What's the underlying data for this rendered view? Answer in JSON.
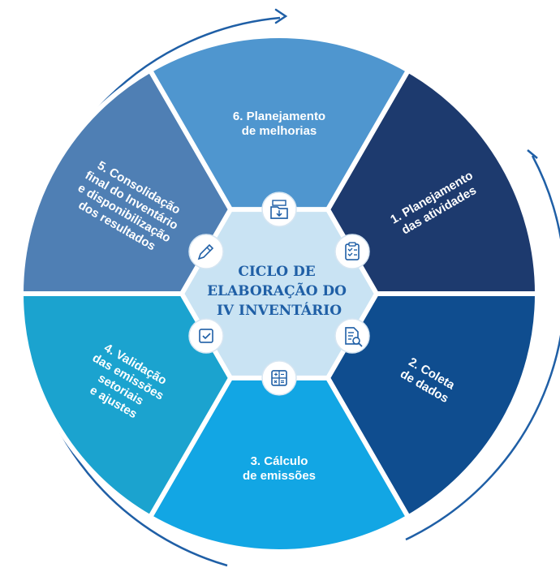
{
  "center": {
    "lines": [
      "CICLO DE",
      "ELABORAÇÃO DO",
      "IV INVENTÁRIO"
    ]
  },
  "segments": [
    {
      "id": "planejamento-atividades",
      "lines": [
        "1. Planejamento",
        "das atividades"
      ],
      "color": "#1d3a6e",
      "icon": "clipboard-checklist-icon"
    },
    {
      "id": "coleta-dados",
      "lines": [
        "2. Coleta",
        "de dados"
      ],
      "color": "#0f4d8f",
      "icon": "document-search-icon"
    },
    {
      "id": "calculo-emissoes",
      "lines": [
        "3. Cálculo",
        "de emissões"
      ],
      "color": "#12a6e4",
      "icon": "calculator-icon"
    },
    {
      "id": "validacao-emissoes",
      "lines": [
        "4. Validação",
        "das emissões",
        "setoriais",
        "e ajustes"
      ],
      "color": "#1ba3cf",
      "icon": "checkbox-icon"
    },
    {
      "id": "consolidacao-inventario",
      "lines": [
        "5. Consolidação",
        "final do Inventário",
        "e disponibilização",
        "dos resultados"
      ],
      "color": "#4f7fb4",
      "icon": "pencil-icon"
    },
    {
      "id": "planejamento-melhorias",
      "lines": [
        "6. Planejamento",
        "de melhorias"
      ],
      "color": "#4f96cf",
      "icon": "folder-download-icon"
    }
  ],
  "colors": {
    "hub": "#c9e3f3",
    "hub_text": "#1f5fa6",
    "arrow": "#1f5fa6",
    "icon_stroke": "#1f5fa6"
  }
}
